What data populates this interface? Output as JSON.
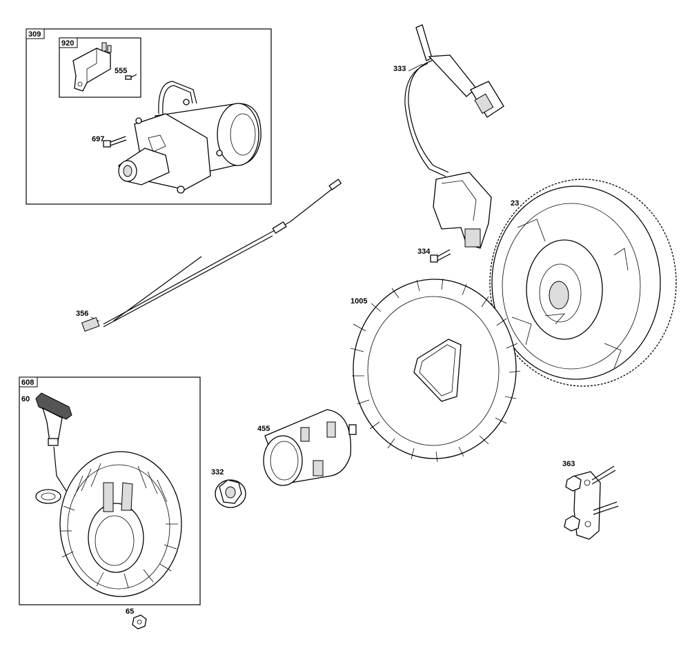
{
  "callouts": {
    "c309": "309",
    "c920": "920",
    "c555": "555",
    "c697": "697",
    "c333": "333",
    "c23": "23",
    "c334": "334",
    "c1005": "1005",
    "c356": "356",
    "c608": "608",
    "c60": "60",
    "c455": "455",
    "c332": "332",
    "c363": "363",
    "c65": "65"
  },
  "colors": {
    "ink": "#000000",
    "paper": "#ffffff",
    "shade": "#dcdcdc"
  }
}
